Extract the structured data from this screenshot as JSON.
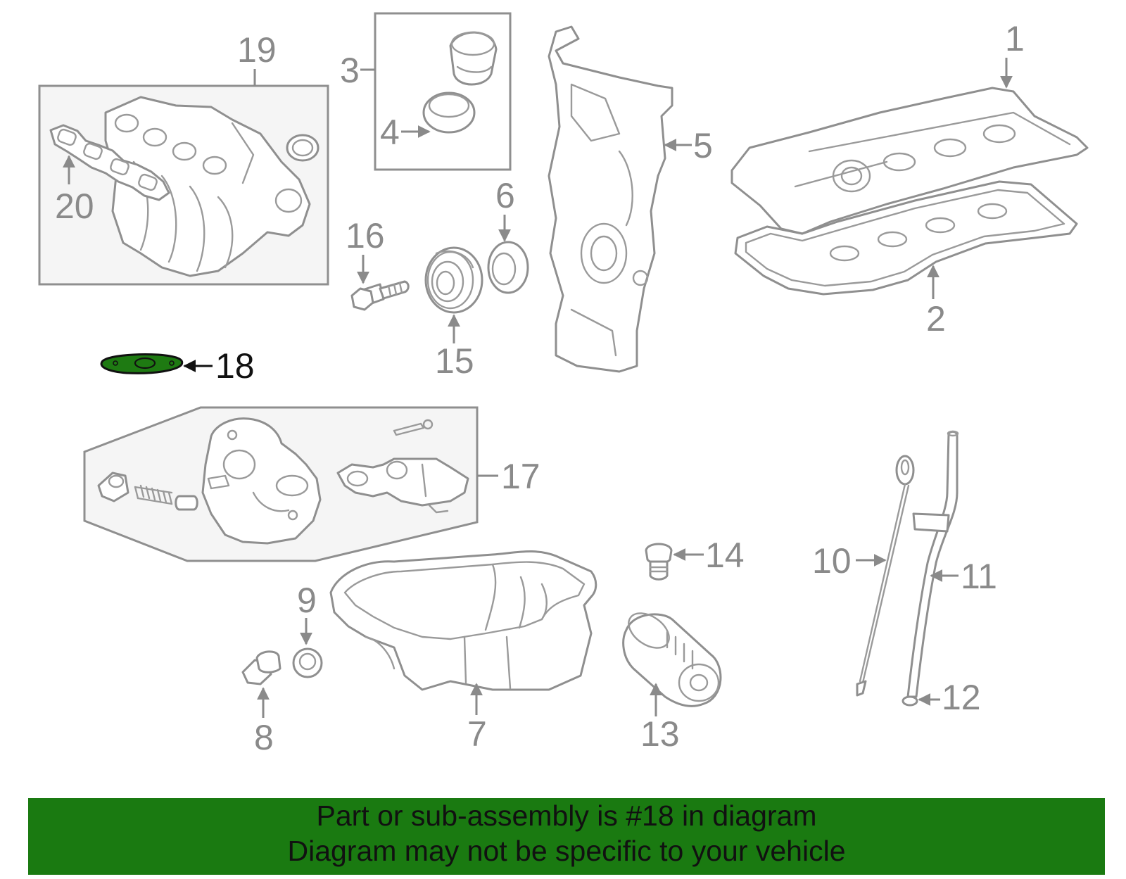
{
  "diagram": {
    "callouts": {
      "c1": "1",
      "c2": "2",
      "c3": "3",
      "c4": "4",
      "c5": "5",
      "c6": "6",
      "c7": "7",
      "c8": "8",
      "c9": "9",
      "c10": "10",
      "c11": "11",
      "c12": "12",
      "c13": "13",
      "c14": "14",
      "c15": "15",
      "c16": "16",
      "c17": "17",
      "c18": "18",
      "c19": "19",
      "c20": "20"
    },
    "highlighted_part": "18",
    "highlight_color": "#1e7a12"
  },
  "banner": {
    "line1": "Part or sub-assembly is #18 in diagram",
    "line2": "Diagram may not be specific to your vehicle",
    "background_color": "#1a7a11"
  }
}
